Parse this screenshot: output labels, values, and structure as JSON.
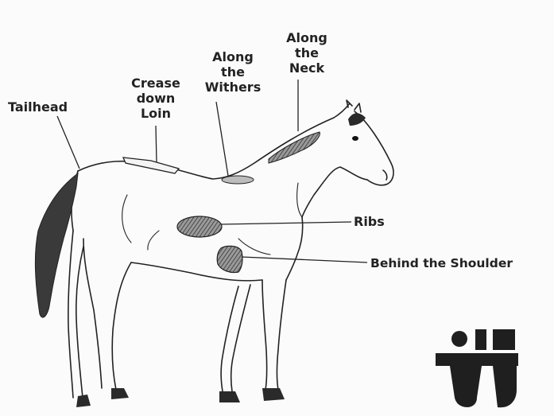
{
  "labels": {
    "tailhead": "Tailhead",
    "crease_down_loin": [
      "Crease",
      "down",
      "Loin"
    ],
    "along_the_withers": [
      "Along",
      "the",
      "Withers"
    ],
    "along_the_neck": [
      "Along",
      "the",
      "Neck"
    ],
    "ribs": "Ribs",
    "behind_the_shoulder": "Behind the Shoulder"
  },
  "colors": {
    "ink": "#222222",
    "fat_patch": "#6b6b6b",
    "tail": "#3a3a3a"
  },
  "logo": {
    "icon": "ti-logo-icon"
  }
}
